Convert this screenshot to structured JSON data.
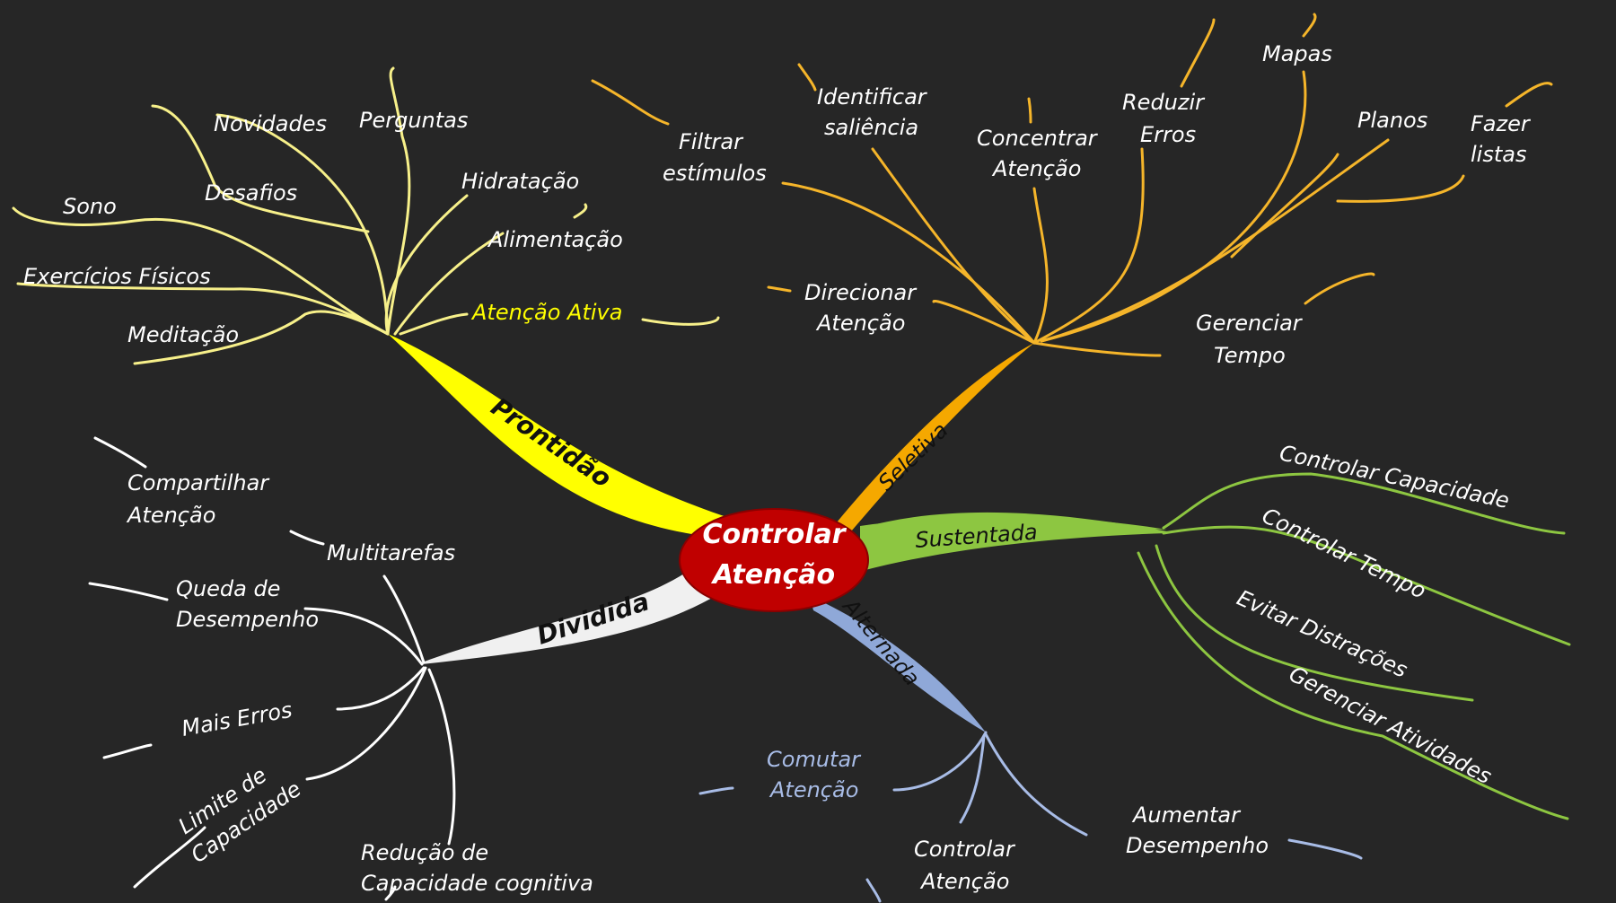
{
  "center": {
    "line1": "Controlar",
    "line2": "Atenção"
  },
  "colors": {
    "background": "#262626",
    "center_fill": "#c00000",
    "prontidao": "#ffff00",
    "seletiva": "#f5a800",
    "sustentada": "#8dc641",
    "alternada": "#8fa8d8",
    "dividida": "#f0f0f0",
    "leaf_yellow": "#f7f08a",
    "leaf_orange": "#f5b52a",
    "leaf_green": "#8dc641",
    "leaf_blue": "#a8bce6",
    "leaf_white": "#ffffff"
  },
  "branches": {
    "prontidao": {
      "label": "Prontidão",
      "leaves": {
        "novidades": "Novidades",
        "perguntas": "Perguntas",
        "desafios": "Desafios",
        "sono": "Sono",
        "hidratacao": "Hidratação",
        "alimentacao": "Alimentação",
        "exercicios": "Exercícios Físicos",
        "meditacao": "Meditação",
        "atencao_ativa": "Atenção Ativa"
      }
    },
    "seletiva": {
      "label": "Seletiva",
      "leaves": {
        "filtrar_1": "Filtrar",
        "filtrar_2": "estímulos",
        "identificar_1": "Identificar",
        "identificar_2": "saliência",
        "concentrar_1": "Concentrar",
        "concentrar_2": "Atenção",
        "reduzir_1": "Reduzir",
        "reduzir_2": "Erros",
        "mapas": "Mapas",
        "planos": "Planos",
        "fazer_1": "Fazer",
        "fazer_2": "listas",
        "direcionar_1": "Direcionar",
        "direcionar_2": "Atenção",
        "gerenciar_tempo_1": "Gerenciar",
        "gerenciar_tempo_2": "Tempo"
      }
    },
    "sustentada": {
      "label": "Sustentada",
      "leaves": {
        "controlar_capacidade": "Controlar  Capacidade",
        "controlar_tempo": "Controlar Tempo",
        "evitar_distracoes": "Evitar Distrações",
        "gerenciar_atividades": "Gerenciar Atividades"
      }
    },
    "alternada": {
      "label": "Alternada",
      "leaves": {
        "comutar_1": "Comutar",
        "comutar_2": "Atenção",
        "controlar_1": "Controlar",
        "controlar_2": "Atenção",
        "aumentar_1": "Aumentar",
        "aumentar_2": "Desempenho"
      }
    },
    "dividida": {
      "label": "Dividida",
      "leaves": {
        "compartilhar_1": "Compartilhar",
        "compartilhar_2": "Atenção",
        "multitarefas": "Multitarefas",
        "queda_1": "Queda de",
        "queda_2": "Desempenho",
        "mais_erros": "Mais Erros",
        "limite_1": "Limite de",
        "limite_2": "Capacidade",
        "reducao_1": "Redução de",
        "reducao_2": "Capacidade cognitiva"
      }
    }
  }
}
